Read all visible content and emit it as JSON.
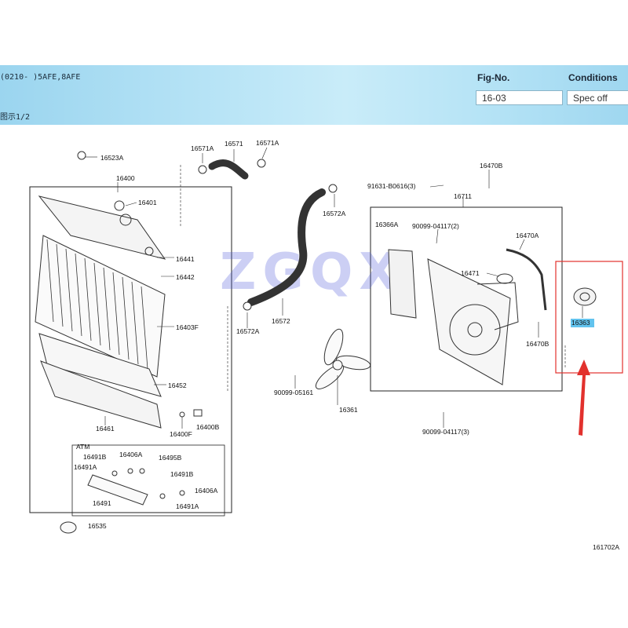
{
  "header": {
    "model_text": "(0210-    )5AFE,8AFE",
    "page_text": "图示1/2",
    "fig_no_label": "Fig-No.",
    "fig_no_value": "16-03",
    "conditions_label": "Conditions",
    "conditions_value": "Spec off"
  },
  "diagram": {
    "watermark": "ZGQX",
    "illustration_no": "161702A",
    "atm_label": "ATM",
    "highlighted_part": "16363",
    "highlight_color": "#62c3ee",
    "annotation_color": "#e2312d",
    "callouts": {
      "p16523A": "16523A",
      "p16400": "16400",
      "p16401": "16401",
      "p16441": "16441",
      "p16442": "16442",
      "p16403F": "16403F",
      "p16452": "16452",
      "p16461": "16461",
      "p16400F": "16400F",
      "p16400B": "16400B",
      "p16571A_a": "16571A",
      "p16571": "16571",
      "p16571A_b": "16571A",
      "p16572A_a": "16572A",
      "p16572": "16572",
      "p16572A_b": "16572A",
      "p16491B_a": "16491B",
      "p16406A_a": "16406A",
      "p16495B": "16495B",
      "p16491A_a": "16491A",
      "p16491B_b": "16491B",
      "p16406A_b": "16406A",
      "p16491": "16491",
      "p16491A_b": "16491A",
      "p16535": "16535",
      "p91631": "91631-B0616(3)",
      "p16711": "16711",
      "p16470B_a": "16470B",
      "p16366A": "16366A",
      "p90099_04117_2": "90099-04117(2)",
      "p16470A": "16470A",
      "p16471": "16471",
      "p16470B_b": "16470B",
      "p90099_05161": "90099-05161",
      "p16361": "16361",
      "p90099_04117_3": "90099-04117(3)",
      "p16363": "16363"
    }
  }
}
